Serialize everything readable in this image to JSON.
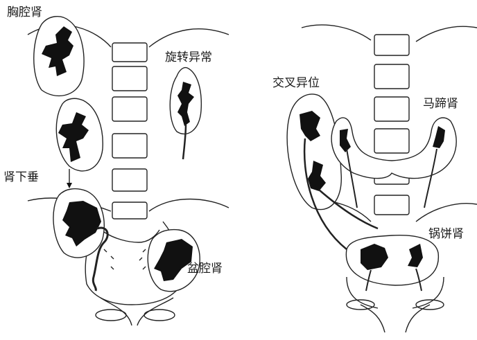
{
  "figure": {
    "labels": {
      "thoracic": "胸腔肾",
      "malrotation": "旋转异常",
      "ptosis": "肾下垂",
      "pelvic": "盆腔肾",
      "crossed_ectopia": "交叉异位",
      "horseshoe": "马蹄肾",
      "pancake": "锅饼肾"
    },
    "colors": {
      "ink": "#111111",
      "outline": "#222222",
      "background": "#ffffff"
    }
  }
}
